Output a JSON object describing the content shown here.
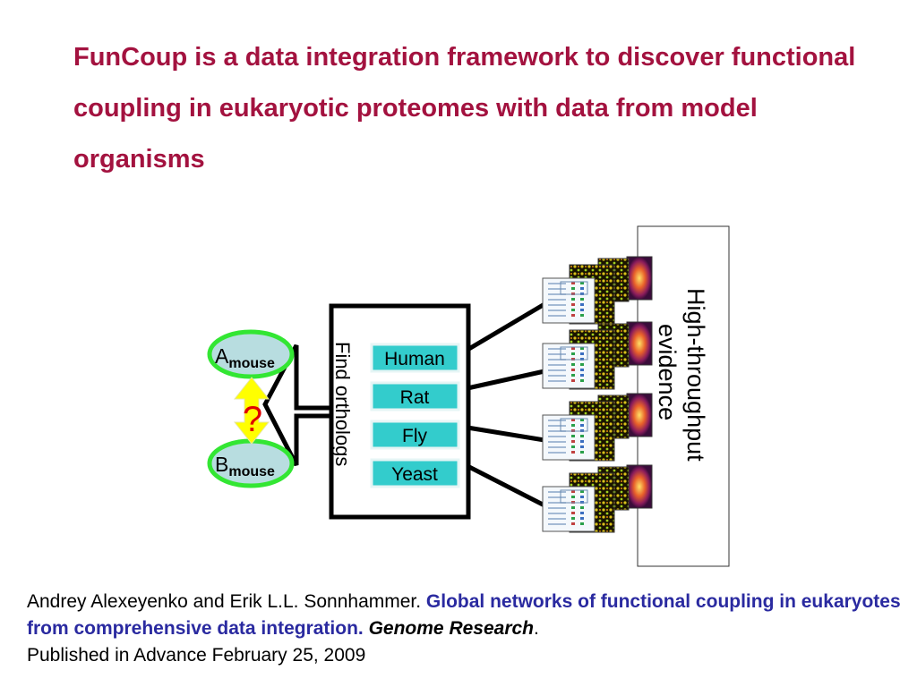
{
  "slide": {
    "title": "FunCoup is a data integration framework to discover functional coupling in eukaryotic proteomes with data from model organisms"
  },
  "diagram": {
    "node_a": {
      "letter": "A",
      "subscript": "mouse"
    },
    "node_b": {
      "letter": "B",
      "subscript": "mouse"
    },
    "question_mark": "?",
    "orthologs_label": "Find orthologs",
    "organisms": [
      "Human",
      "Rat",
      "Fly",
      "Yeast"
    ],
    "evidence_label": {
      "line1": "High-throughput",
      "line2": "evidence"
    },
    "colors": {
      "node_fill": "#b8dde0",
      "node_border": "#33e633",
      "organism_fill": "#33cccc",
      "question_color": "#e00000",
      "arrow_fill": "#ffff00"
    }
  },
  "citation": {
    "authors": "Andrey Alexeyenko and Erik L.L. Sonnhammer. ",
    "paper_title": "Global networks of functional coupling in eukaryotes from comprehensive data integration.",
    "journal": "Genome Research",
    "period": ".",
    "published": "Published in Advance February 25, 2009"
  }
}
